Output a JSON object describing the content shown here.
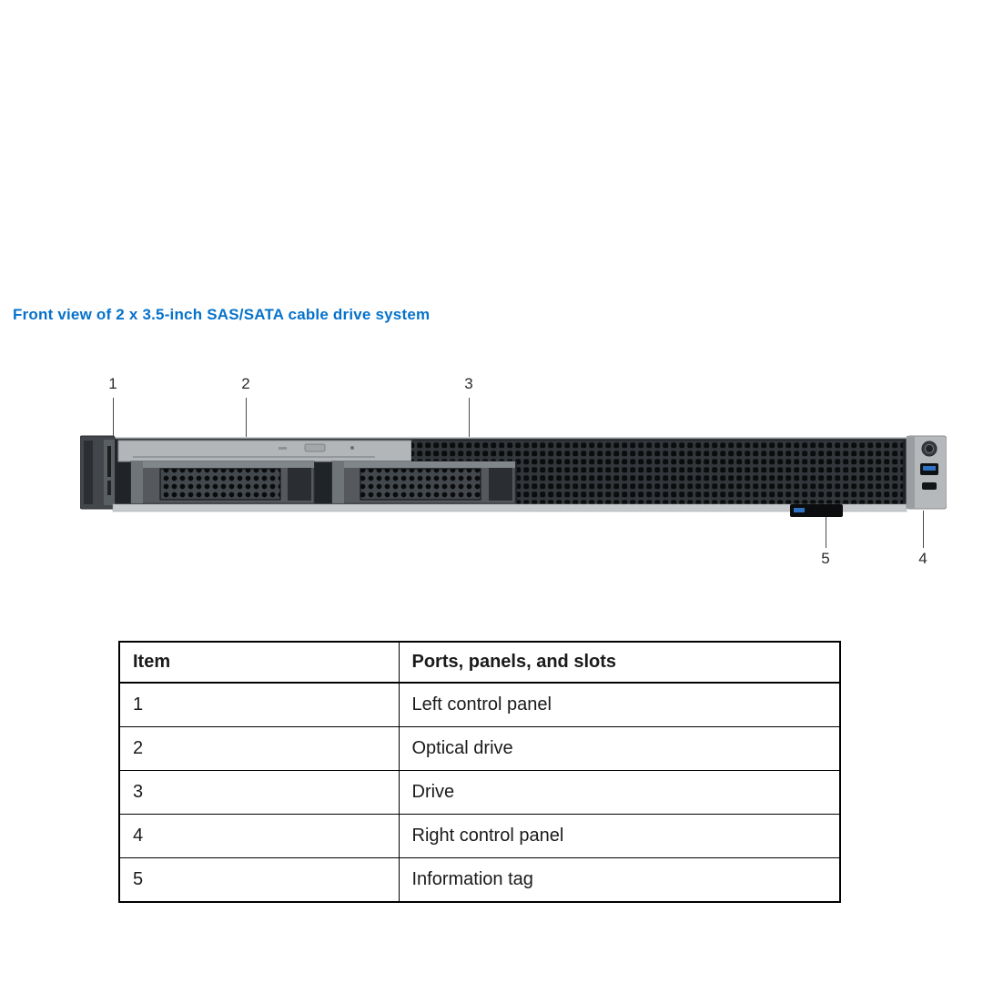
{
  "page": {
    "heading": "Front view of 2 x 3.5-inch SAS/SATA cable drive system"
  },
  "figure": {
    "callouts": {
      "c1": "1",
      "c2": "2",
      "c3": "3",
      "c4": "4",
      "c5": "5"
    }
  },
  "table": {
    "headers": [
      "Item",
      "Ports, panels, and slots"
    ],
    "rows": [
      [
        "1",
        "Left control panel"
      ],
      [
        "2",
        "Optical drive"
      ],
      [
        "3",
        "Drive"
      ],
      [
        "4",
        "Right control panel"
      ],
      [
        "5",
        "Information tag"
      ]
    ]
  },
  "colors": {
    "heading_blue": "#0672cb",
    "usb_port_blue": "#2f72c4",
    "table_border": "#000000"
  }
}
